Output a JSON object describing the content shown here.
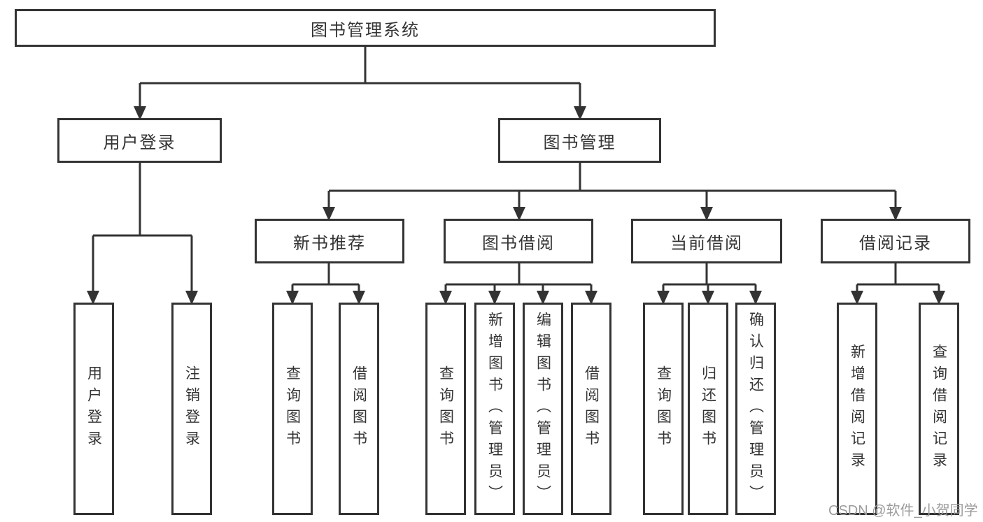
{
  "diagram": {
    "root": "图书管理系统",
    "branches": [
      {
        "label": "用户登录",
        "children": [
          {
            "label": "用户登录"
          },
          {
            "label": "注销登录"
          }
        ]
      },
      {
        "label": "图书管理",
        "children": [
          {
            "label": "新书推荐",
            "children": [
              {
                "label": "查询图书"
              },
              {
                "label": "借阅图书"
              }
            ]
          },
          {
            "label": "图书借阅",
            "children": [
              {
                "label": "查询图书"
              },
              {
                "label": "新增图书（管理员）"
              },
              {
                "label": "编辑图书（管理员）"
              },
              {
                "label": "借阅图书"
              }
            ]
          },
          {
            "label": "当前借阅",
            "children": [
              {
                "label": "查询图书"
              },
              {
                "label": "归还图书"
              },
              {
                "label": "确认归还（管理员）"
              }
            ]
          },
          {
            "label": "借阅记录",
            "children": [
              {
                "label": "新增借阅记录"
              },
              {
                "label": "查询借阅记录"
              }
            ]
          }
        ]
      }
    ]
  },
  "watermark": "CSDN @软件_小贺同学",
  "colors": {
    "line": "#333333",
    "text": "#333333",
    "watermark": "#9c9c9c",
    "background": "#ffffff"
  }
}
